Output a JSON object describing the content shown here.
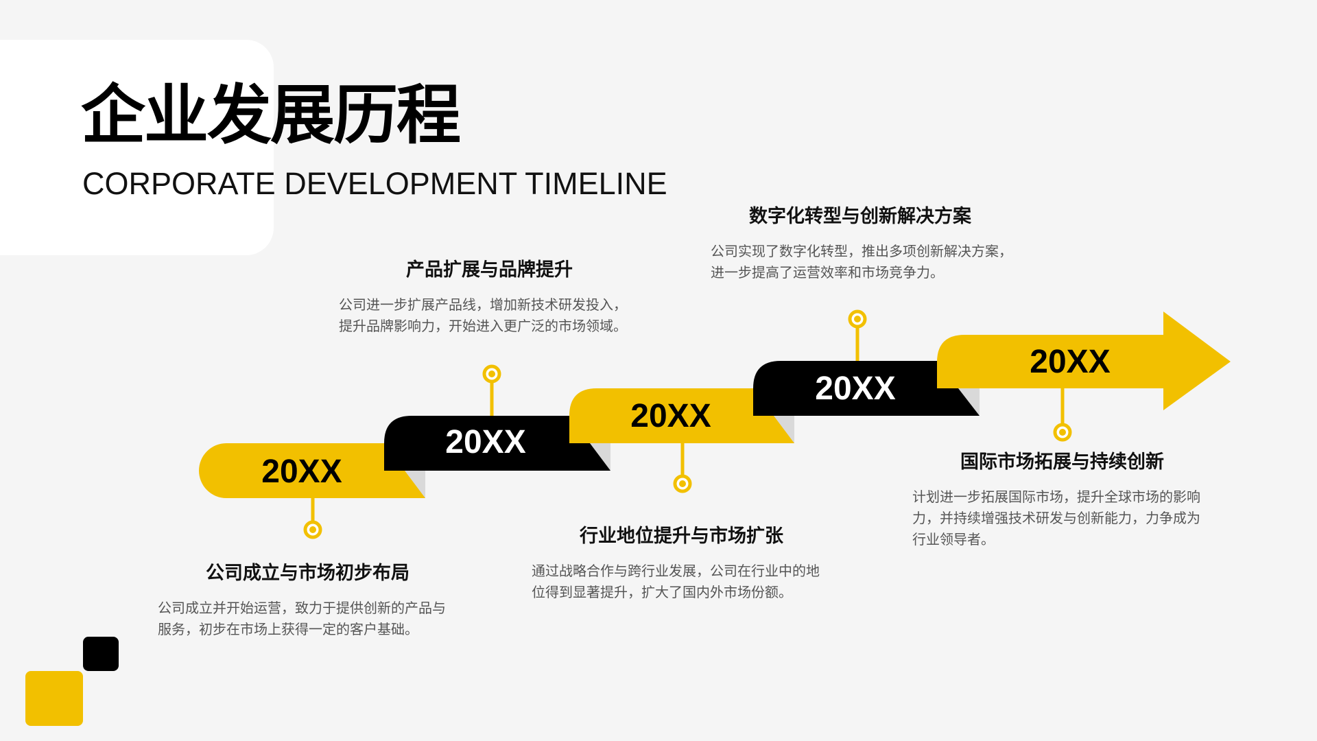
{
  "header": {
    "title": "企业发展历程",
    "subtitle": "CORPORATE DEVELOPMENT TIMELINE"
  },
  "colors": {
    "accent": "#f2c000",
    "dark": "#000000",
    "fold": "#d9d9d9",
    "background": "#f5f5f5"
  },
  "milestones": [
    {
      "year": "20XX",
      "heading": "公司成立与市场初步布局",
      "desc_lines": [
        "公司成立并开始运营，致力于提供创新的产品与",
        "服务，初步在市场上获得一定的客户基础。"
      ]
    },
    {
      "year": "20XX",
      "heading": "产品扩展与品牌提升",
      "desc_lines": [
        "公司进一步扩展产品线，增加新技术研发投入，",
        "提升品牌影响力，开始进入更广泛的市场领域。"
      ]
    },
    {
      "year": "20XX",
      "heading": "行业地位提升与市场扩张",
      "desc_lines": [
        "通过战略合作与跨行业发展，公司在行业中的地",
        "位得到显著提升，扩大了国内外市场份额。"
      ]
    },
    {
      "year": "20XX",
      "heading": "数字化转型与创新解决方案",
      "desc_lines": [
        "公司实现了数字化转型，推出多项创新解决方案，",
        "进一步提高了运营效率和市场竞争力。"
      ]
    },
    {
      "year": "20XX",
      "heading": "国际市场拓展与持续创新",
      "desc_lines": [
        "计划进一步拓展国际市场，提升全球市场的影响",
        "力，并持续增强技术研发与创新能力，力争成为",
        "行业领导者。"
      ]
    }
  ]
}
